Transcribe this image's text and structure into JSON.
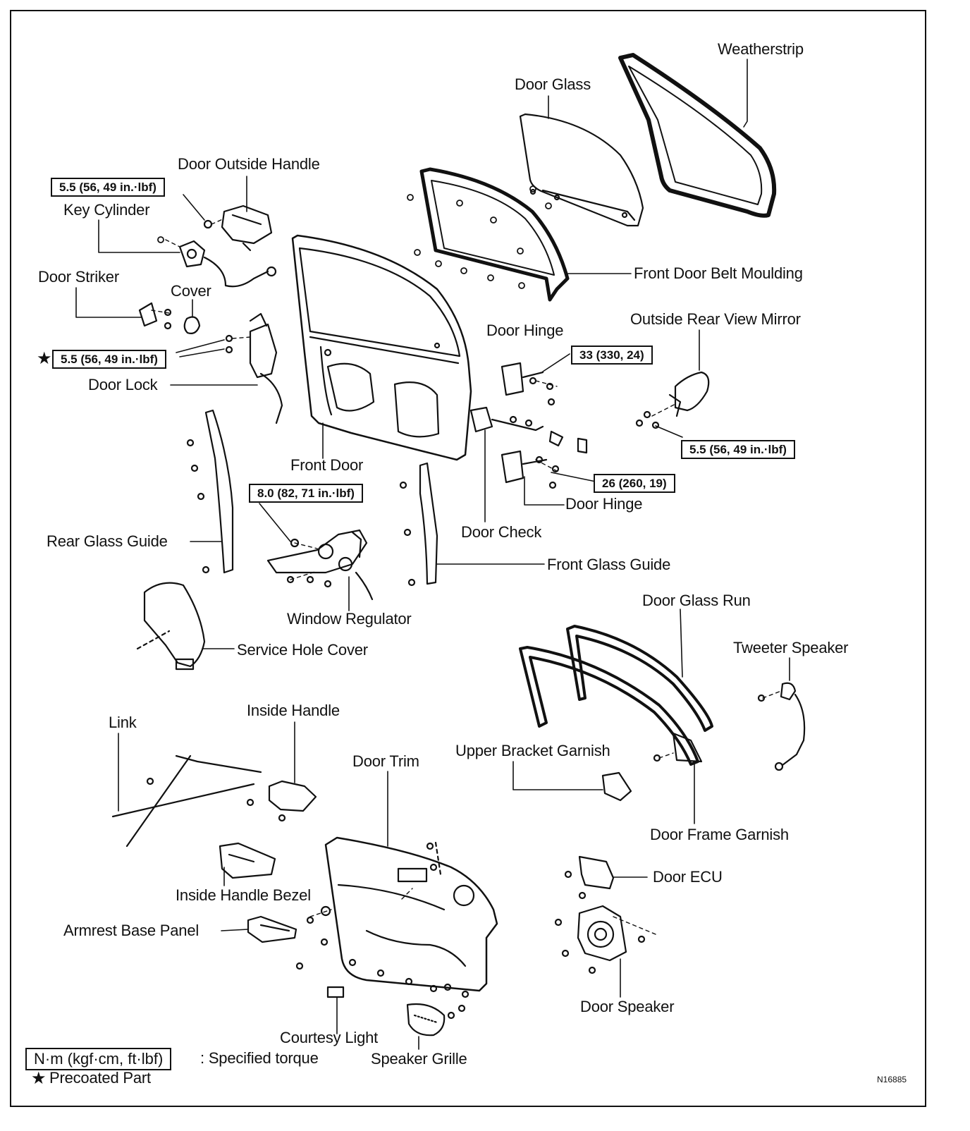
{
  "labels": {
    "weatherstrip": "Weatherstrip",
    "door_glass": "Door Glass",
    "door_outside_handle": "Door Outside Handle",
    "key_cylinder": "Key Cylinder",
    "front_door_belt_moulding": "Front Door Belt Moulding",
    "door_striker": "Door Striker",
    "cover": "Cover",
    "door_hinge_upper": "Door Hinge",
    "outside_rear_view_mirror": "Outside Rear View Mirror",
    "door_lock": "Door Lock",
    "front_door": "Front Door",
    "door_hinge_lower": "Door Hinge",
    "door_check": "Door Check",
    "rear_glass_guide": "Rear Glass Guide",
    "front_glass_guide": "Front Glass Guide",
    "door_glass_run": "Door Glass Run",
    "window_regulator": "Window Regulator",
    "tweeter_speaker": "Tweeter Speaker",
    "service_hole_cover": "Service Hole Cover",
    "link": "Link",
    "inside_handle": "Inside Handle",
    "upper_bracket_garnish": "Upper Bracket Garnish",
    "door_trim": "Door Trim",
    "door_frame_garnish": "Door Frame Garnish",
    "door_ecu": "Door ECU",
    "inside_handle_bezel": "Inside Handle Bezel",
    "armrest_base_panel": "Armrest Base Panel",
    "door_speaker": "Door Speaker",
    "courtesy_light": "Courtesy Light",
    "speaker_grille": "Speaker Grille"
  },
  "torques": {
    "outside_handle": "5.5 (56, 49 in.·lbf)",
    "door_lock": "5.5 (56, 49 in.·lbf)",
    "hinge_upper": "33 (330, 24)",
    "mirror": "5.5 (56, 49 in.·lbf)",
    "hinge_lower": "26 (260, 19)",
    "regulator": "8.0 (82, 71 in.·lbf)"
  },
  "legend": {
    "unit_box": "N·m (kgf·cm, ft·lbf)",
    "unit_desc": ": Specified torque",
    "star": "★",
    "precoated": "Precoated Part"
  },
  "figure_id": "N16885"
}
